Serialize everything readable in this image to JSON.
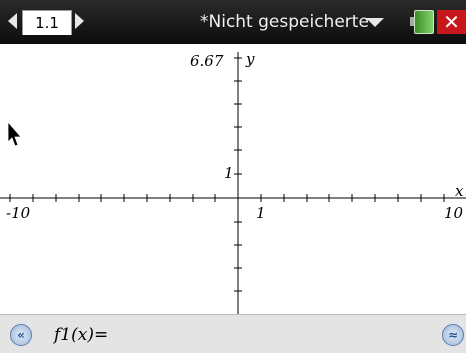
{
  "titlebar": {
    "tab_label": "1.1",
    "doc_title": "*Nicht gespeicherte",
    "icons": [
      "nav-left-icon",
      "nav-right-icon",
      "chevron-down-icon",
      "battery-icon",
      "close-icon"
    ],
    "close_glyph": "✕"
  },
  "graph": {
    "y_max_label": "6.67",
    "y_axis_name": "y",
    "x_axis_name": "x",
    "x_min_label": "-10",
    "x_max_label": "10",
    "x_tick_label": "1",
    "y_tick_label": "1"
  },
  "entry": {
    "label": "f1(x)=",
    "value": "",
    "expand_glyph": "«",
    "history_glyph": "≈"
  }
}
